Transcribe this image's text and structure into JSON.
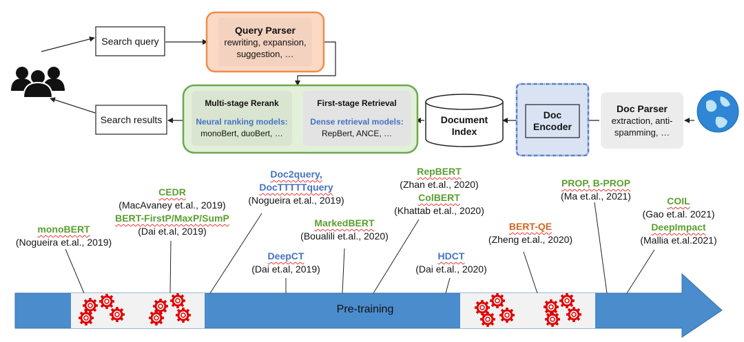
{
  "colors": {
    "green": "#5a9e2f",
    "blue_link": "#4472c4",
    "orange": "#d0641e",
    "query_parser_fill": "#fbd9c5",
    "query_parser_border": "#f08c4a",
    "rerank_fill": "#e2efd9",
    "rerank_border": "#6aa84f",
    "encoder_fill": "#dae3f3",
    "encoder_border": "#5b7fc7",
    "inner_gray": "#ececec",
    "arrow_fill": "#4a8ccc",
    "gear_red": "#e00000"
  },
  "pipeline": {
    "users_icon": "users-group-icon",
    "globe_icon": "globe-icon",
    "search_query": "Search query",
    "search_results": "Search results",
    "query_parser": {
      "title": "Query Parser",
      "line1": "rewriting, expansion,",
      "line2": "suggestion, …"
    },
    "rerank": {
      "title": "Multi-stage Rerank",
      "models_label": "Neural ranking models:",
      "models": "monoBert, duoBert, …"
    },
    "first_stage": {
      "title": "First-stage Retrieval",
      "models_label": "Dense retrieval models:",
      "models": "RepBert, ANCE, …"
    },
    "document_index": {
      "line1": "Document",
      "line2": "Index"
    },
    "doc_encoder": {
      "line1": "Doc",
      "line2": "Encoder"
    },
    "doc_parser": {
      "title": "Doc Parser",
      "line1": "extraction, anti-",
      "line2": "spamming, …"
    }
  },
  "timeline": {
    "center_label": "Pre-training",
    "gear_icon": "gear-cluster-icon",
    "items": [
      {
        "name": "monoBERT",
        "cite": "(Nogueira et.al., 2019)"
      },
      {
        "name": "CEDR",
        "cite": "(MacAvaney et.al., 2019)",
        "name2": "BERT-FirstP/MaxP/SumP",
        "cite2": "(Dai et.al, 2019)"
      },
      {
        "name": "Doc2query,",
        "name2": "DocTTTTTquery",
        "cite": "(Nogueira et.al., 2019)"
      },
      {
        "name": "DeepCT",
        "cite": "(Dai et.al, 2019)"
      },
      {
        "name": "MarkedBERT",
        "cite": "(Boualili  et.al., 2020)"
      },
      {
        "name": "RepBERT",
        "cite": "(Zhan et.al., 2020)",
        "name2": "ColBERT",
        "cite2": "(Khattab et.al., 2020)"
      },
      {
        "name": "HDCT",
        "cite": "(Dai et.al., 2020)"
      },
      {
        "name": "BERT-QE",
        "cite": "(Zheng et.al., 2020)"
      },
      {
        "name": "PROP, B-PROP",
        "cite": "(Ma et.al., 2021)"
      },
      {
        "name": "COIL",
        "cite": "(Gao et.al. 2021)",
        "name2": "DeepImpact",
        "cite2": "(Mallia et.al.2021)"
      }
    ]
  }
}
